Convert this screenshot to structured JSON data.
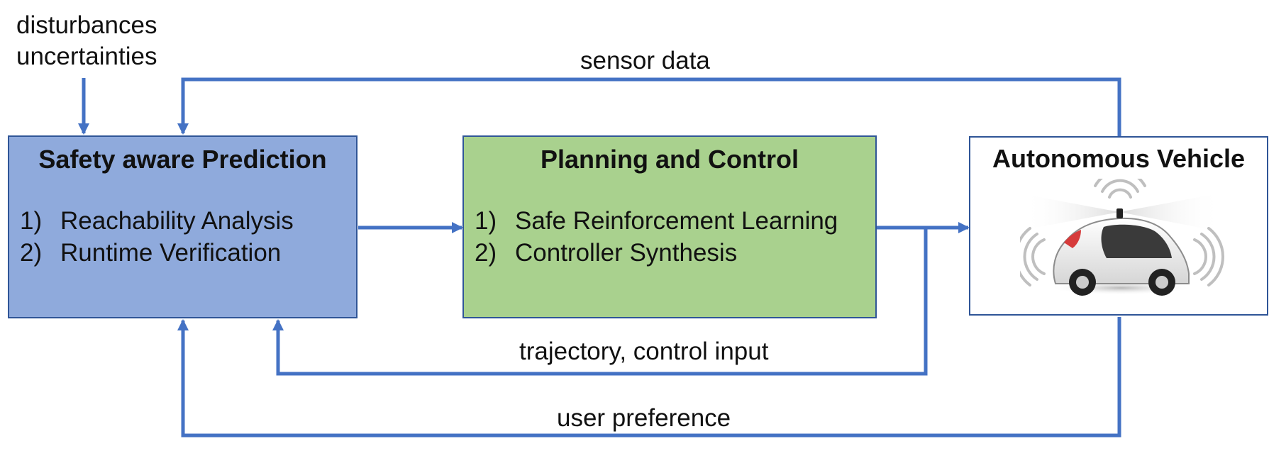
{
  "inputs": {
    "line1": "disturbances",
    "line2": "uncertainties"
  },
  "edges": {
    "sensor_data": "sensor data",
    "trajectory": "trajectory, control input",
    "user_preference": "user preference"
  },
  "prediction": {
    "title": "Safety aware Prediction",
    "items": [
      {
        "num": "1)",
        "text": "Reachability Analysis"
      },
      {
        "num": "2)",
        "text": "Runtime Verification"
      }
    ]
  },
  "planning": {
    "title": "Planning and Control",
    "items": [
      {
        "num": "1)",
        "text": "Safe Reinforcement Learning"
      },
      {
        "num": "2)",
        "text": "Controller Synthesis"
      }
    ]
  },
  "vehicle": {
    "title": "Autonomous Vehicle",
    "image": "self-driving-car-with-sensor-waves"
  },
  "colors": {
    "arrow": "#4472c4",
    "prediction_fill": "#8faadc",
    "planning_fill": "#a9d18e",
    "box_border": "#2f5597",
    "vehicle_fill": "#ffffff"
  }
}
